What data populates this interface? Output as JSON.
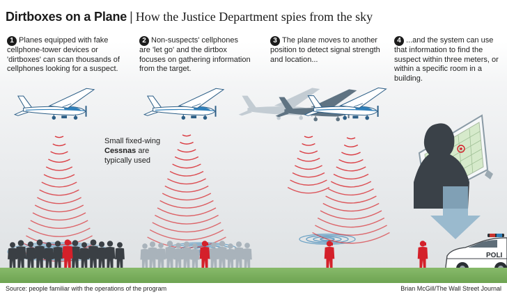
{
  "header": {
    "title": "Dirtboxes on a Plane",
    "separator": "|",
    "subtitle": "How the Justice Department spies from the sky"
  },
  "steps": [
    {
      "number": "1",
      "text": "Planes equipped with fake cellphone-tower devices or 'dirtboxes' can scan thousands of cellphones looking for a suspect."
    },
    {
      "number": "2",
      "text": "Non-suspects' cellphones are 'let go' and the dirtbox focuses on gathering information from the target."
    },
    {
      "number": "3",
      "text": "The plane moves to another position to detect signal strength and location..."
    },
    {
      "number": "4",
      "text": "...and the system can use that information to find the suspect within three meters, or within a specific room in a building."
    }
  ],
  "note": {
    "prefix": "Small fixed-wing",
    "bold": "Cessnas",
    "suffix": "are typically used"
  },
  "car_label": "POLI",
  "footer": {
    "source": "Source: people familiar with the operations of the program",
    "credit": "Brian McGill/The Wall Street Journal"
  },
  "colors": {
    "signal": "#d9343a",
    "suspect": "#d4202a",
    "crowd": "#3a3f44",
    "crowd_faded": "#a9b3bb",
    "ground": "#7bb35d",
    "plane_shadow": "#5f7382"
  }
}
